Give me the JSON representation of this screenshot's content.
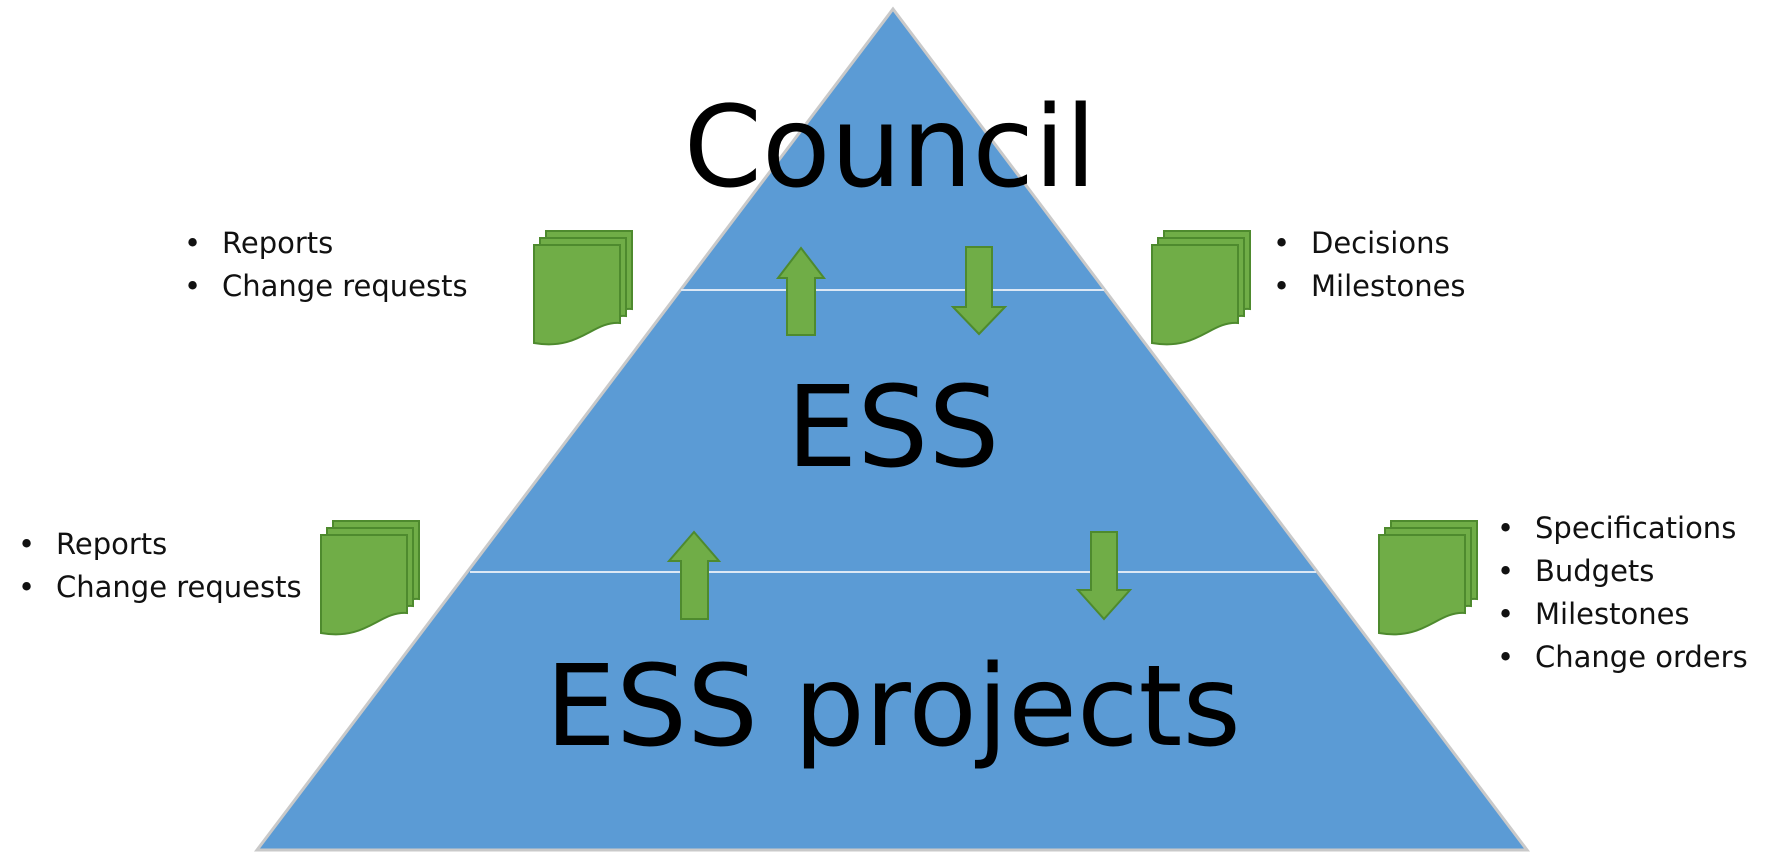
{
  "colors": {
    "pyramid": "#5b9bd5",
    "pyramid_edge": "#c9c9c9",
    "divider": "#dce8f5",
    "doc_fill": "#70ad47",
    "doc_stroke": "#4e8a2e",
    "arrow_fill": "#70ad47",
    "arrow_stroke": "#4e8a2e"
  },
  "icons": [
    "multiple-documents-icon",
    "arrow-up-icon",
    "arrow-down-icon"
  ],
  "levels": {
    "top": "Council",
    "middle": "ESS",
    "bottom": "ESS projects"
  },
  "lists": {
    "upper_left": [
      "Reports",
      "Change requests"
    ],
    "upper_right": [
      "Decisions",
      "Milestones"
    ],
    "lower_left": [
      "Reports",
      "Change requests"
    ],
    "lower_right": [
      "Specifications",
      "Budgets",
      "Milestones",
      "Change orders"
    ]
  }
}
